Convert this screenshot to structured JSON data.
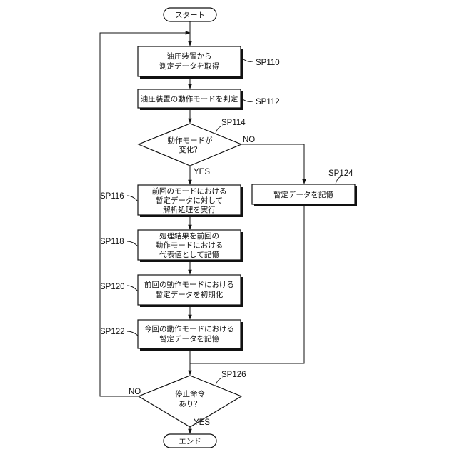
{
  "nodes": {
    "start": "スタート",
    "sp110": [
      "油圧装置から",
      "測定データを取得"
    ],
    "sp112": "油圧装置の動作モードを判定",
    "sp114": [
      "動作モードが",
      "変化？"
    ],
    "sp116": [
      "前回のモードにおける",
      "暫定データに対して",
      "解析処理を実行"
    ],
    "sp118": [
      "処理結果を前回の",
      "動作モードにおける",
      "代表値として記憶"
    ],
    "sp120": [
      "前回の動作モードにおける",
      "暫定データを初期化"
    ],
    "sp122": [
      "今回の動作モードにおける",
      "暫定データを記憶"
    ],
    "sp124": "暫定データを記憶",
    "sp126": [
      "停止命令",
      "あり？"
    ],
    "end": "エンド"
  },
  "step_labels": {
    "sp110": "SP110",
    "sp112": "SP112",
    "sp114": "SP114",
    "sp116": "SP116",
    "sp118": "SP118",
    "sp120": "SP120",
    "sp122": "SP122",
    "sp124": "SP124",
    "sp126": "SP126"
  },
  "branches": {
    "sp114_yes": "YES",
    "sp114_no": "NO",
    "sp126_yes": "YES",
    "sp126_no": "NO"
  }
}
